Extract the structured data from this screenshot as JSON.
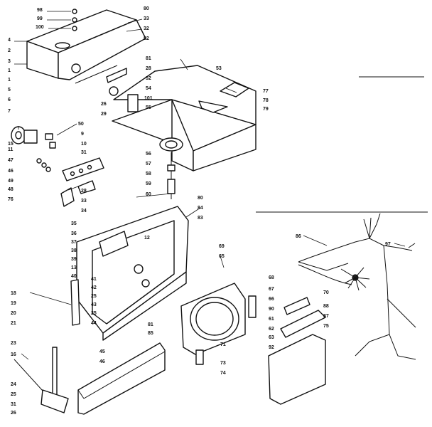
{
  "callouts": [
    {
      "id": "c-98",
      "text": "98"
    },
    {
      "id": "c-99",
      "text": "99"
    },
    {
      "id": "c-100",
      "text": "100"
    },
    {
      "id": "c-4a",
      "text": "4"
    },
    {
      "id": "c-2a",
      "text": "2"
    },
    {
      "id": "c-3a",
      "text": "3"
    },
    {
      "id": "c-1a",
      "text": "1"
    },
    {
      "id": "c-1b",
      "text": "1"
    },
    {
      "id": "c-5a",
      "text": "5"
    },
    {
      "id": "c-6a",
      "text": "6"
    },
    {
      "id": "c-7a",
      "text": "7"
    },
    {
      "id": "c-80a",
      "text": "80"
    },
    {
      "id": "c-33",
      "text": "33"
    },
    {
      "id": "c-32",
      "text": "32"
    },
    {
      "id": "c-82",
      "text": "82"
    },
    {
      "id": "c-26",
      "text": "26"
    },
    {
      "id": "c-29",
      "text": "29"
    },
    {
      "id": "c-11",
      "text": "11"
    },
    {
      "id": "c-15",
      "text": "15"
    },
    {
      "id": "c-50",
      "text": "50"
    },
    {
      "id": "c-9",
      "text": "9"
    },
    {
      "id": "c-10",
      "text": "10"
    },
    {
      "id": "c-47",
      "text": "47"
    },
    {
      "id": "c-46",
      "text": "46"
    },
    {
      "id": "c-49",
      "text": "49"
    },
    {
      "id": "c-48",
      "text": "48"
    },
    {
      "id": "c-76",
      "text": "76"
    },
    {
      "id": "c-31",
      "text": "31"
    },
    {
      "id": "c-28",
      "text": "28"
    },
    {
      "id": "c-33b",
      "text": "33"
    },
    {
      "id": "c-34",
      "text": "34"
    },
    {
      "id": "c-81a",
      "text": "81"
    },
    {
      "id": "c-28b",
      "text": "28"
    },
    {
      "id": "c-52",
      "text": "52"
    },
    {
      "id": "c-54",
      "text": "54"
    },
    {
      "id": "c-101",
      "text": "101"
    },
    {
      "id": "c-55",
      "text": "55"
    },
    {
      "id": "c-53",
      "text": "53"
    },
    {
      "id": "c-77",
      "text": "77"
    },
    {
      "id": "c-78",
      "text": "78"
    },
    {
      "id": "c-79",
      "text": "79"
    },
    {
      "id": "c-56",
      "text": "56"
    },
    {
      "id": "c-57",
      "text": "57"
    },
    {
      "id": "c-58",
      "text": "58"
    },
    {
      "id": "c-59",
      "text": "59"
    },
    {
      "id": "c-60",
      "text": "60"
    },
    {
      "id": "c-80b",
      "text": "80"
    },
    {
      "id": "c-84",
      "text": "84"
    },
    {
      "id": "c-83",
      "text": "83"
    },
    {
      "id": "c-35",
      "text": "35"
    },
    {
      "id": "c-36",
      "text": "36"
    },
    {
      "id": "c-37",
      "text": "37"
    },
    {
      "id": "c-38",
      "text": "38"
    },
    {
      "id": "c-39",
      "text": "39"
    },
    {
      "id": "c-13",
      "text": "13"
    },
    {
      "id": "c-40",
      "text": "40"
    },
    {
      "id": "c-12",
      "text": "12"
    },
    {
      "id": "c-41",
      "text": "41"
    },
    {
      "id": "c-42",
      "text": "42"
    },
    {
      "id": "c-25a",
      "text": "25"
    },
    {
      "id": "c-43",
      "text": "43"
    },
    {
      "id": "c-25b",
      "text": "25"
    },
    {
      "id": "c-44",
      "text": "44"
    },
    {
      "id": "c-18",
      "text": "18"
    },
    {
      "id": "c-19",
      "text": "19"
    },
    {
      "id": "c-20",
      "text": "20"
    },
    {
      "id": "c-21",
      "text": "21"
    },
    {
      "id": "c-81b",
      "text": "81"
    },
    {
      "id": "c-85",
      "text": "85"
    },
    {
      "id": "c-45",
      "text": "45"
    },
    {
      "id": "c-46b",
      "text": "46"
    },
    {
      "id": "c-23",
      "text": "23"
    },
    {
      "id": "c-16",
      "text": "16"
    },
    {
      "id": "c-24",
      "text": "24"
    },
    {
      "id": "c-25c",
      "text": "25"
    },
    {
      "id": "c-31b",
      "text": "31"
    },
    {
      "id": "c-26b",
      "text": "26"
    },
    {
      "id": "c-69",
      "text": "69"
    },
    {
      "id": "c-65",
      "text": "65"
    },
    {
      "id": "c-68",
      "text": "68"
    },
    {
      "id": "c-67",
      "text": "67"
    },
    {
      "id": "c-66",
      "text": "66"
    },
    {
      "id": "c-90",
      "text": "90"
    },
    {
      "id": "c-61b",
      "text": "61"
    },
    {
      "id": "c-62",
      "text": "62"
    },
    {
      "id": "c-71",
      "text": "71"
    },
    {
      "id": "c-73",
      "text": "73"
    },
    {
      "id": "c-74",
      "text": "74"
    },
    {
      "id": "c-70",
      "text": "70"
    },
    {
      "id": "c-88",
      "text": "88"
    },
    {
      "id": "c-87",
      "text": "87"
    },
    {
      "id": "c-75",
      "text": "75"
    },
    {
      "id": "c-63",
      "text": "63"
    },
    {
      "id": "c-92",
      "text": "92"
    },
    {
      "id": "c-86",
      "text": "86"
    },
    {
      "id": "c-97",
      "text": "97"
    }
  ]
}
